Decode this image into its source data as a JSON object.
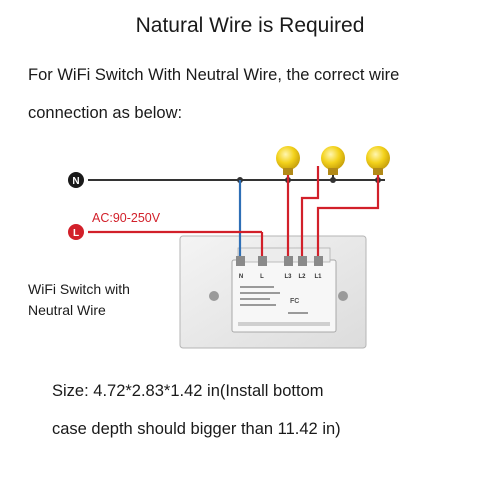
{
  "title": "Natural Wire is Required",
  "intro": {
    "line1": "For WiFi Switch With Neutral Wire, the correct wire",
    "line2": "connection as below:"
  },
  "diagram": {
    "neutral_terminal": "N",
    "live_terminal": "L",
    "voltage_label": "AC:90-250V",
    "switch_label_line1": "WiFi Switch with",
    "switch_label_line2": "Neutral Wire",
    "switch_terminals": [
      "N",
      "L",
      "L3",
      "L2",
      "L1"
    ],
    "switch_module_text": "FC",
    "colors": {
      "neutral_wire": "#2e6fb6",
      "live_wire": "#d2202a",
      "bulb": "#f3d21b",
      "line": "#333333"
    }
  },
  "size": {
    "line1": "Size: 4.72*2.83*1.42 in(Install bottom",
    "line2": "case depth should bigger than 11.42 in)"
  }
}
